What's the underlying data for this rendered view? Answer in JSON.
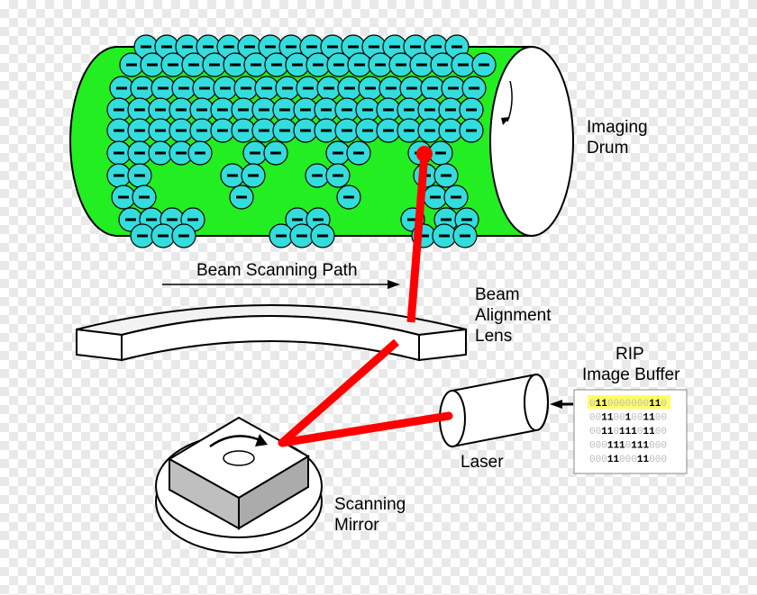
{
  "labels": {
    "imaging_drum": [
      "Imaging",
      "Drum"
    ],
    "beam_scanning_path": "Beam Scanning Path",
    "beam_alignment_lens": [
      "Beam",
      "Alignment",
      "Lens"
    ],
    "rip_image_buffer": [
      "RIP",
      "Image Buffer"
    ],
    "laser": "Laser",
    "scanning_mirror": [
      "Scanning",
      "Mirror"
    ]
  },
  "buffer_rows": [
    "0110000000110",
    "0011001001100",
    "0011011101100",
    "0001110111000",
    "0001100011000"
  ],
  "charge_symbol": "−",
  "colors": {
    "drum": "#22ee22",
    "charge": "#33dddd",
    "beam": "#ff0000",
    "highlight": "#ffff66"
  }
}
